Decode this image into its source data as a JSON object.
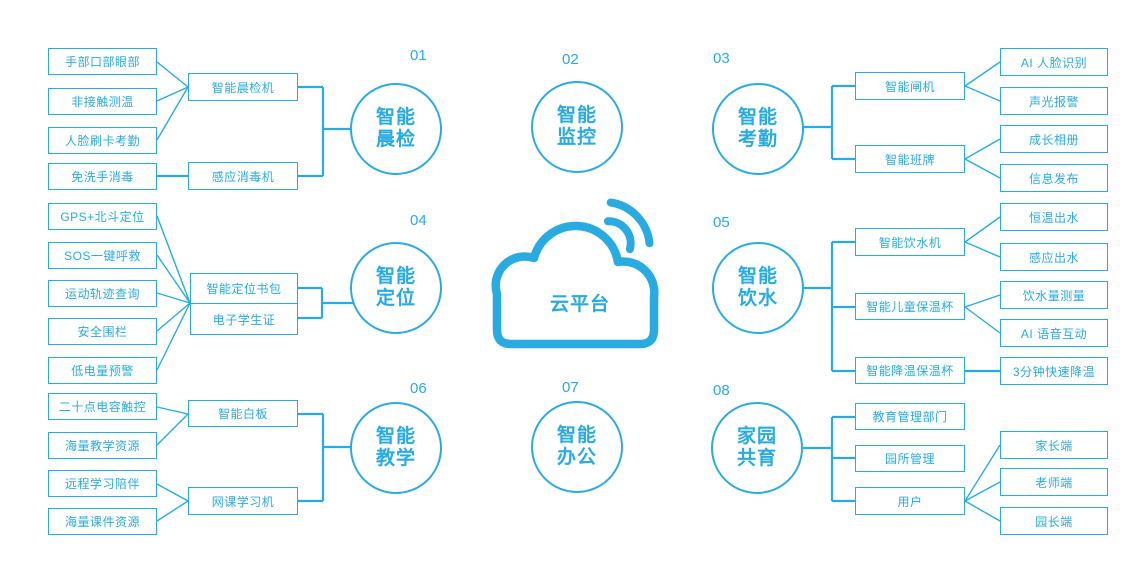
{
  "colors": {
    "accent": "#29ABE2",
    "background": "#FFFFFF"
  },
  "cloud": {
    "label": "云平台"
  },
  "groups": [
    {
      "number": "01",
      "title_line1": "智能",
      "title_line2": "晨检",
      "mid": [
        "智能晨检机",
        "感应消毒机"
      ],
      "leaves": [
        "手部口部眼部",
        "非接触测温",
        "人脸刷卡考勤",
        "免洗手消毒"
      ]
    },
    {
      "number": "02",
      "title_line1": "智能",
      "title_line2": "监控",
      "mid": [],
      "leaves": []
    },
    {
      "number": "03",
      "title_line1": "智能",
      "title_line2": "考勤",
      "mid": [
        "智能闸机",
        "智能班牌"
      ],
      "leaves": [
        "AI 人脸识别",
        "声光报警",
        "成长相册",
        "信息发布"
      ]
    },
    {
      "number": "04",
      "title_line1": "智能",
      "title_line2": "定位",
      "mid": [
        "智能定位书包",
        "电子学生证"
      ],
      "leaves": [
        "GPS+北斗定位",
        "SOS一键呼救",
        "运动轨迹查询",
        "安全围栏",
        "低电量预警"
      ]
    },
    {
      "number": "05",
      "title_line1": "智能",
      "title_line2": "饮水",
      "mid": [
        "智能饮水机",
        "智能儿童保温杯",
        "智能降温保温杯"
      ],
      "leaves": [
        "恒温出水",
        "感应出水",
        "饮水量测量",
        "AI 语音互动",
        "3分钟快速降温"
      ]
    },
    {
      "number": "06",
      "title_line1": "智能",
      "title_line2": "教学",
      "mid": [
        "智能白板",
        "网课学习机"
      ],
      "leaves": [
        "二十点电容触控",
        "海量教学资源",
        "远程学习陪伴",
        "海量课件资源"
      ]
    },
    {
      "number": "07",
      "title_line1": "智能",
      "title_line2": "办公",
      "mid": [],
      "leaves": []
    },
    {
      "number": "08",
      "title_line1": "家园",
      "title_line2": "共育",
      "mid": [
        "教育管理部门",
        "园所管理",
        "用户"
      ],
      "leaves": [
        "家长端",
        "老师端",
        "园长端"
      ]
    }
  ]
}
